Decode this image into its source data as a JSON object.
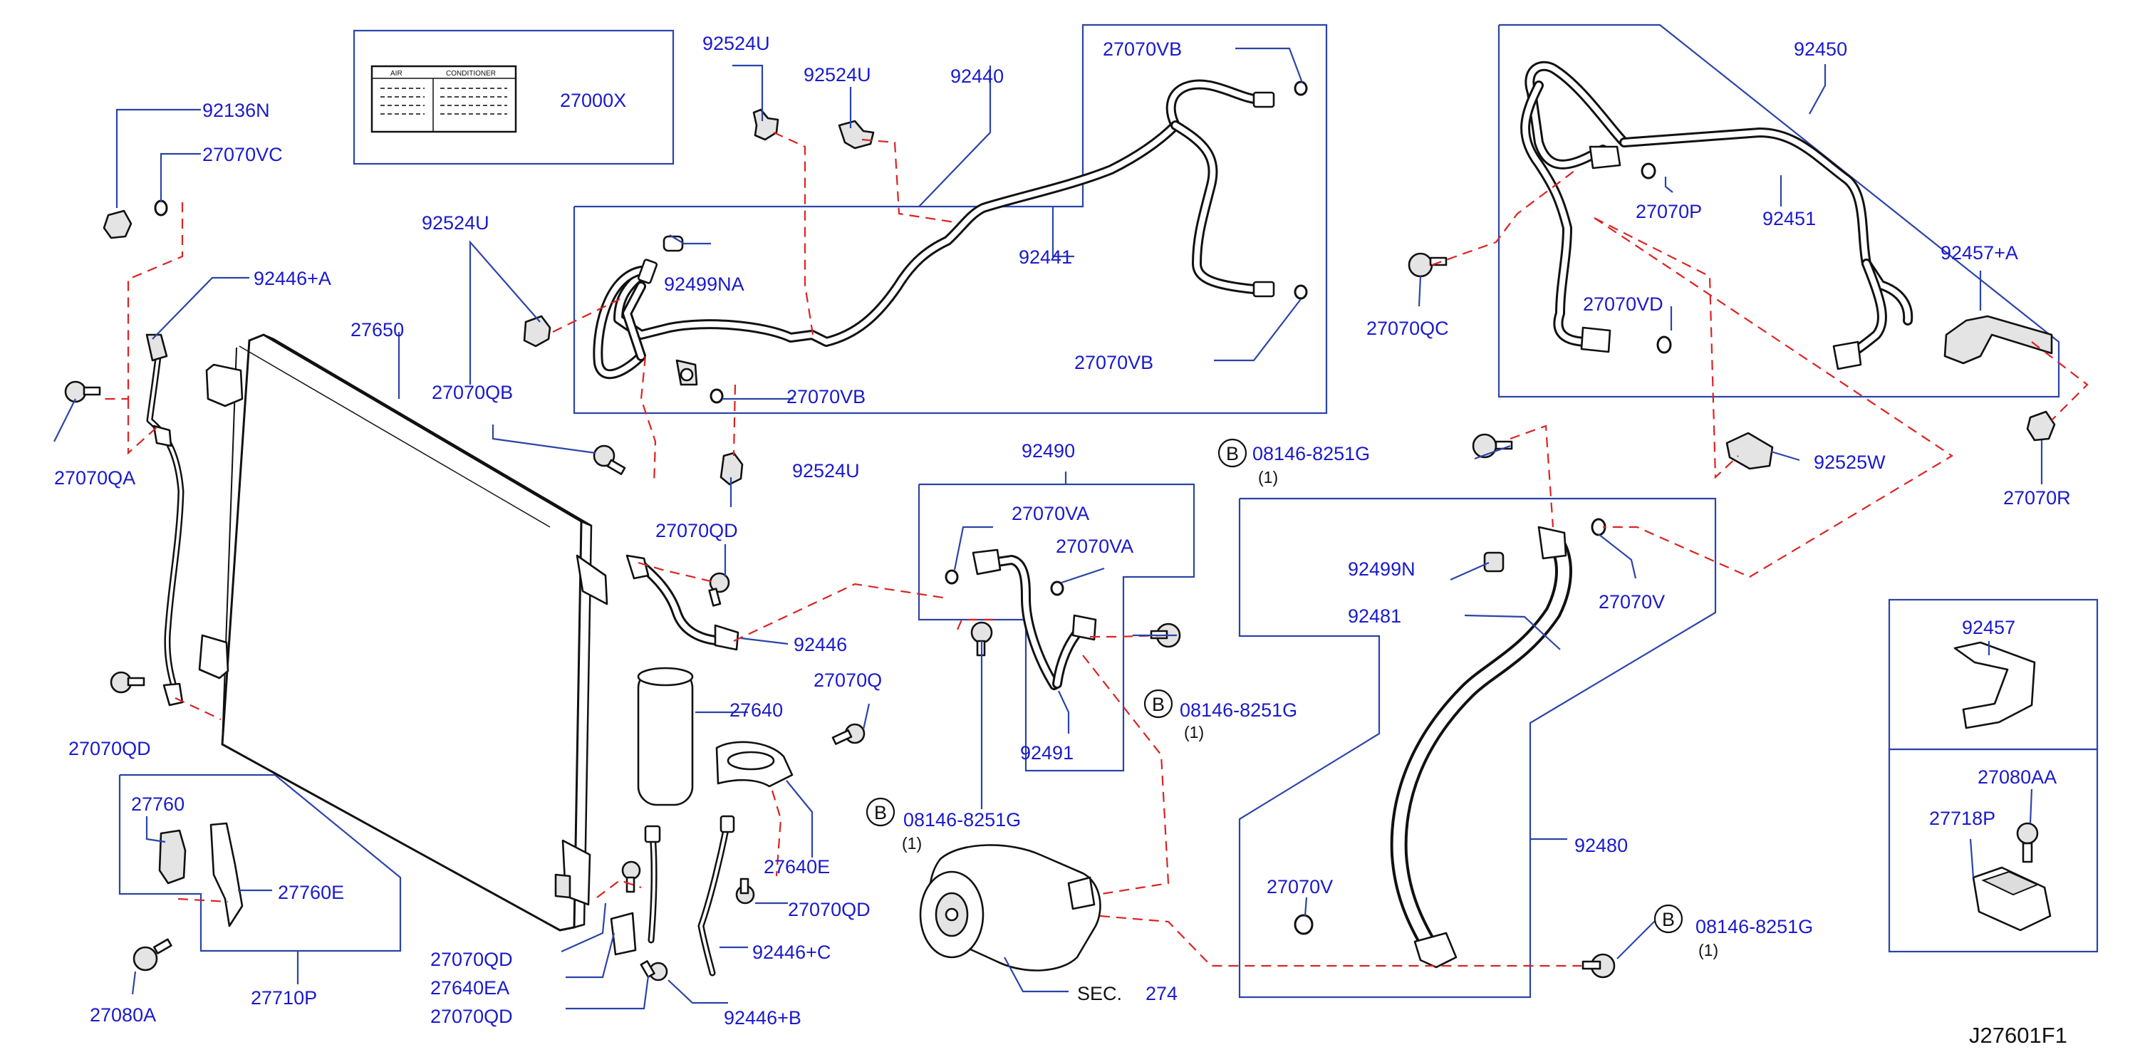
{
  "diagram": {
    "footer_code": "J27601F1",
    "label_card": {
      "title_left": "AIR",
      "title_right": "CONDITIONER"
    },
    "parts": {
      "p27000X": "27000X",
      "p92136N": "92136N",
      "p27070VC": "27070VC",
      "p92446A": "92446+A",
      "p27070QA": "27070QA",
      "p27650": "27650",
      "p92524U_a": "92524U",
      "p92524U_b": "92524U",
      "p92524U_c": "92524U",
      "p92524U_d": "92524U",
      "p92440": "92440",
      "p27070VB_a": "27070VB",
      "p27070VB_b": "27070VB",
      "p27070VB_c": "27070VB",
      "p92441": "92441",
      "p92499NA": "92499NA",
      "p27070QB": "27070QB",
      "p27070QD_a": "27070QD",
      "p27070QD_b": "27070QD",
      "p27070QD_c": "27070QD",
      "p27070QD_d": "27070QD",
      "p27070QD_e": "27070QD",
      "p92446": "92446",
      "p27070Q": "27070Q",
      "p27640": "27640",
      "p27640E": "27640E",
      "p27640EA": "27640EA",
      "p92446C": "92446+C",
      "p92446B": "92446+B",
      "p27760": "27760",
      "p27760E": "27760E",
      "p27080A": "27080A",
      "p27710P": "27710P",
      "p92490": "92490",
      "p27070VA_a": "27070VA",
      "p27070VA_b": "27070VA",
      "p92491": "92491",
      "p08146_a": "08146-8251G",
      "p08146_b": "08146-8251G",
      "p08146_c": "08146-8251G",
      "p08146_d": "08146-8251G",
      "qty": "(1)",
      "bolt_mark": "B",
      "sec_prefix": "SEC.",
      "sec_number": "274",
      "p92450": "92450",
      "p27070P": "27070P",
      "p92451": "92451",
      "p27070QC": "27070QC",
      "p27070VD": "27070VD",
      "p92457A": "92457+A",
      "p92525W": "92525W",
      "p27070R": "27070R",
      "p92499N": "92499N",
      "p92481": "92481",
      "p27070V_a": "27070V",
      "p27070V_b": "27070V",
      "p92480": "92480",
      "p92457": "92457",
      "p27080AA": "27080AA",
      "p27718P": "27718P"
    }
  }
}
